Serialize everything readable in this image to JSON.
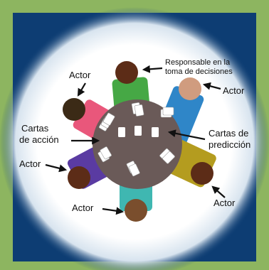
{
  "labels": {
    "decision_maker_line1": "Responsable en la",
    "decision_maker_line2": "toma de decisiones",
    "actor_top_left": "Actor",
    "actor_top_right": "Actor",
    "action_cards_line1": "Cartas",
    "action_cards_line2": "de acción",
    "prediction_cards_line1": "Cartas de",
    "prediction_cards_line2": "predicción",
    "actor_left": "Actor",
    "actor_bottom_right": "Actor",
    "actor_bottom": "Actor"
  },
  "colors": {
    "outer_frame": "#8db560",
    "board_background": "#0d3d73",
    "spotlight": "#ffffff",
    "table": "#6a5a58",
    "card": "#ffffff",
    "player_green": "#46a845",
    "player_blue": "#2f86c8",
    "player_pink": "#e9577b",
    "player_purple": "#5a3ba2",
    "player_teal": "#3fb7b1",
    "player_olive": "#b49c1f",
    "skin_dark_brown": "#5c2c17",
    "skin_tan": "#d09c7f",
    "skin_mid_brown": "#7a4e2d"
  }
}
